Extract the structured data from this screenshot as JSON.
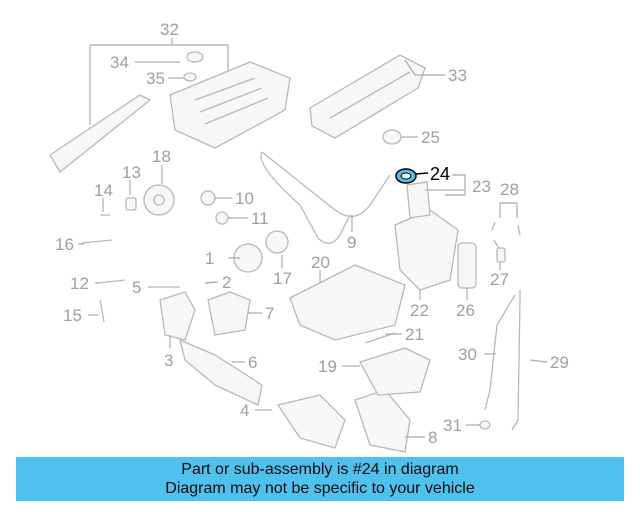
{
  "callouts": [
    "1",
    "2",
    "3",
    "4",
    "5",
    "6",
    "7",
    "8",
    "9",
    "10",
    "11",
    "12",
    "13",
    "14",
    "15",
    "16",
    "17",
    "18",
    "19",
    "20",
    "21",
    "22",
    "23",
    "24",
    "25",
    "26",
    "27",
    "28",
    "29",
    "30",
    "31",
    "32",
    "33",
    "34",
    "35"
  ],
  "highlight": "24",
  "colors": {
    "banner": "#4fc1ef",
    "highlight_part": "#4fc1ef",
    "callout_text": "#9aa0a6",
    "line_art": "#b5b9bd"
  },
  "banner": {
    "line1": "Part or sub-assembly is #24 in diagram",
    "line2": "Diagram may not be specific to your vehicle"
  }
}
